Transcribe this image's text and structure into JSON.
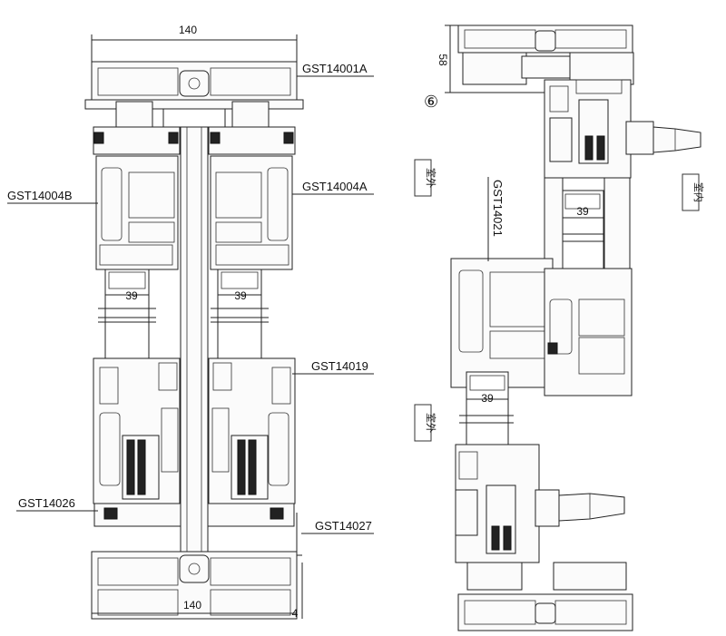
{
  "diagram": {
    "left_section": {
      "dim_top": "140",
      "dim_bottom": "140",
      "dim_side": "4",
      "labels": {
        "top": "GST14001A",
        "left_mid": "GST14004B",
        "right_mid": "GST14004A",
        "right_lower": "GST14019",
        "left_bottom": "GST14026",
        "right_bottom": "GST14027"
      },
      "glass_left": "39",
      "glass_right": "39"
    },
    "right_section": {
      "dim_height": "58",
      "circle_number": "⑥",
      "vertical_label": "GST14021",
      "glass_upper": "39",
      "glass_lower": "39",
      "tag_outdoor_upper": "室外",
      "tag_outdoor_lower": "室外",
      "tag_indoor": "室内"
    }
  }
}
